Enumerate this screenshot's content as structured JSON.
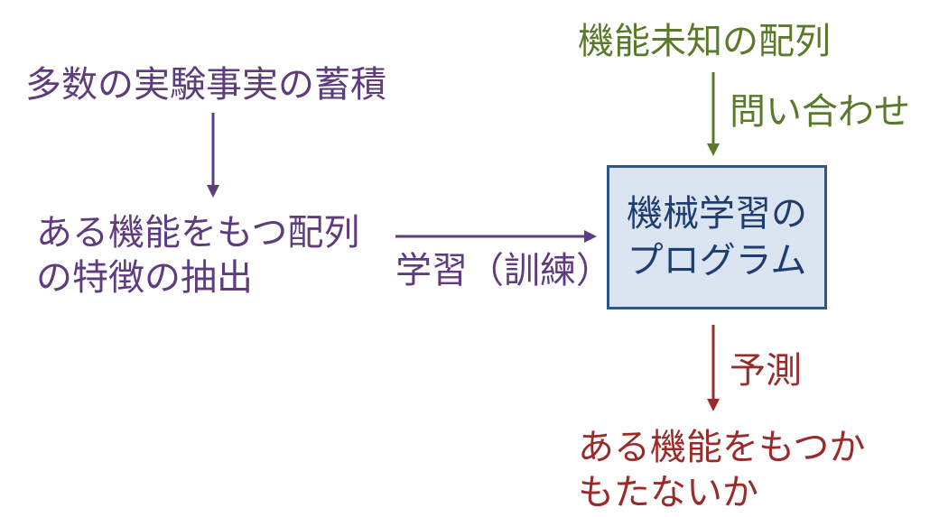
{
  "nodes": {
    "accumulation": "多数の実験事実の蓄積",
    "extraction": [
      "ある機能をもつ配列",
      "の特徴の抽出"
    ],
    "program": [
      "機械学習の",
      "プログラム"
    ],
    "unknown_sequence": "機能未知の配列",
    "result": [
      "ある機能をもつか",
      "もたないか"
    ]
  },
  "edges": {
    "learning": "学習（訓練）",
    "query": "問い合わせ",
    "prediction": "予測"
  },
  "colors": {
    "purple": "#5e3c7e",
    "green": "#5a7a2a",
    "red": "#9a2b2b",
    "navy": "#1f3d6e",
    "box_fill": "#dbe5f1",
    "box_border": "#2e5687"
  }
}
